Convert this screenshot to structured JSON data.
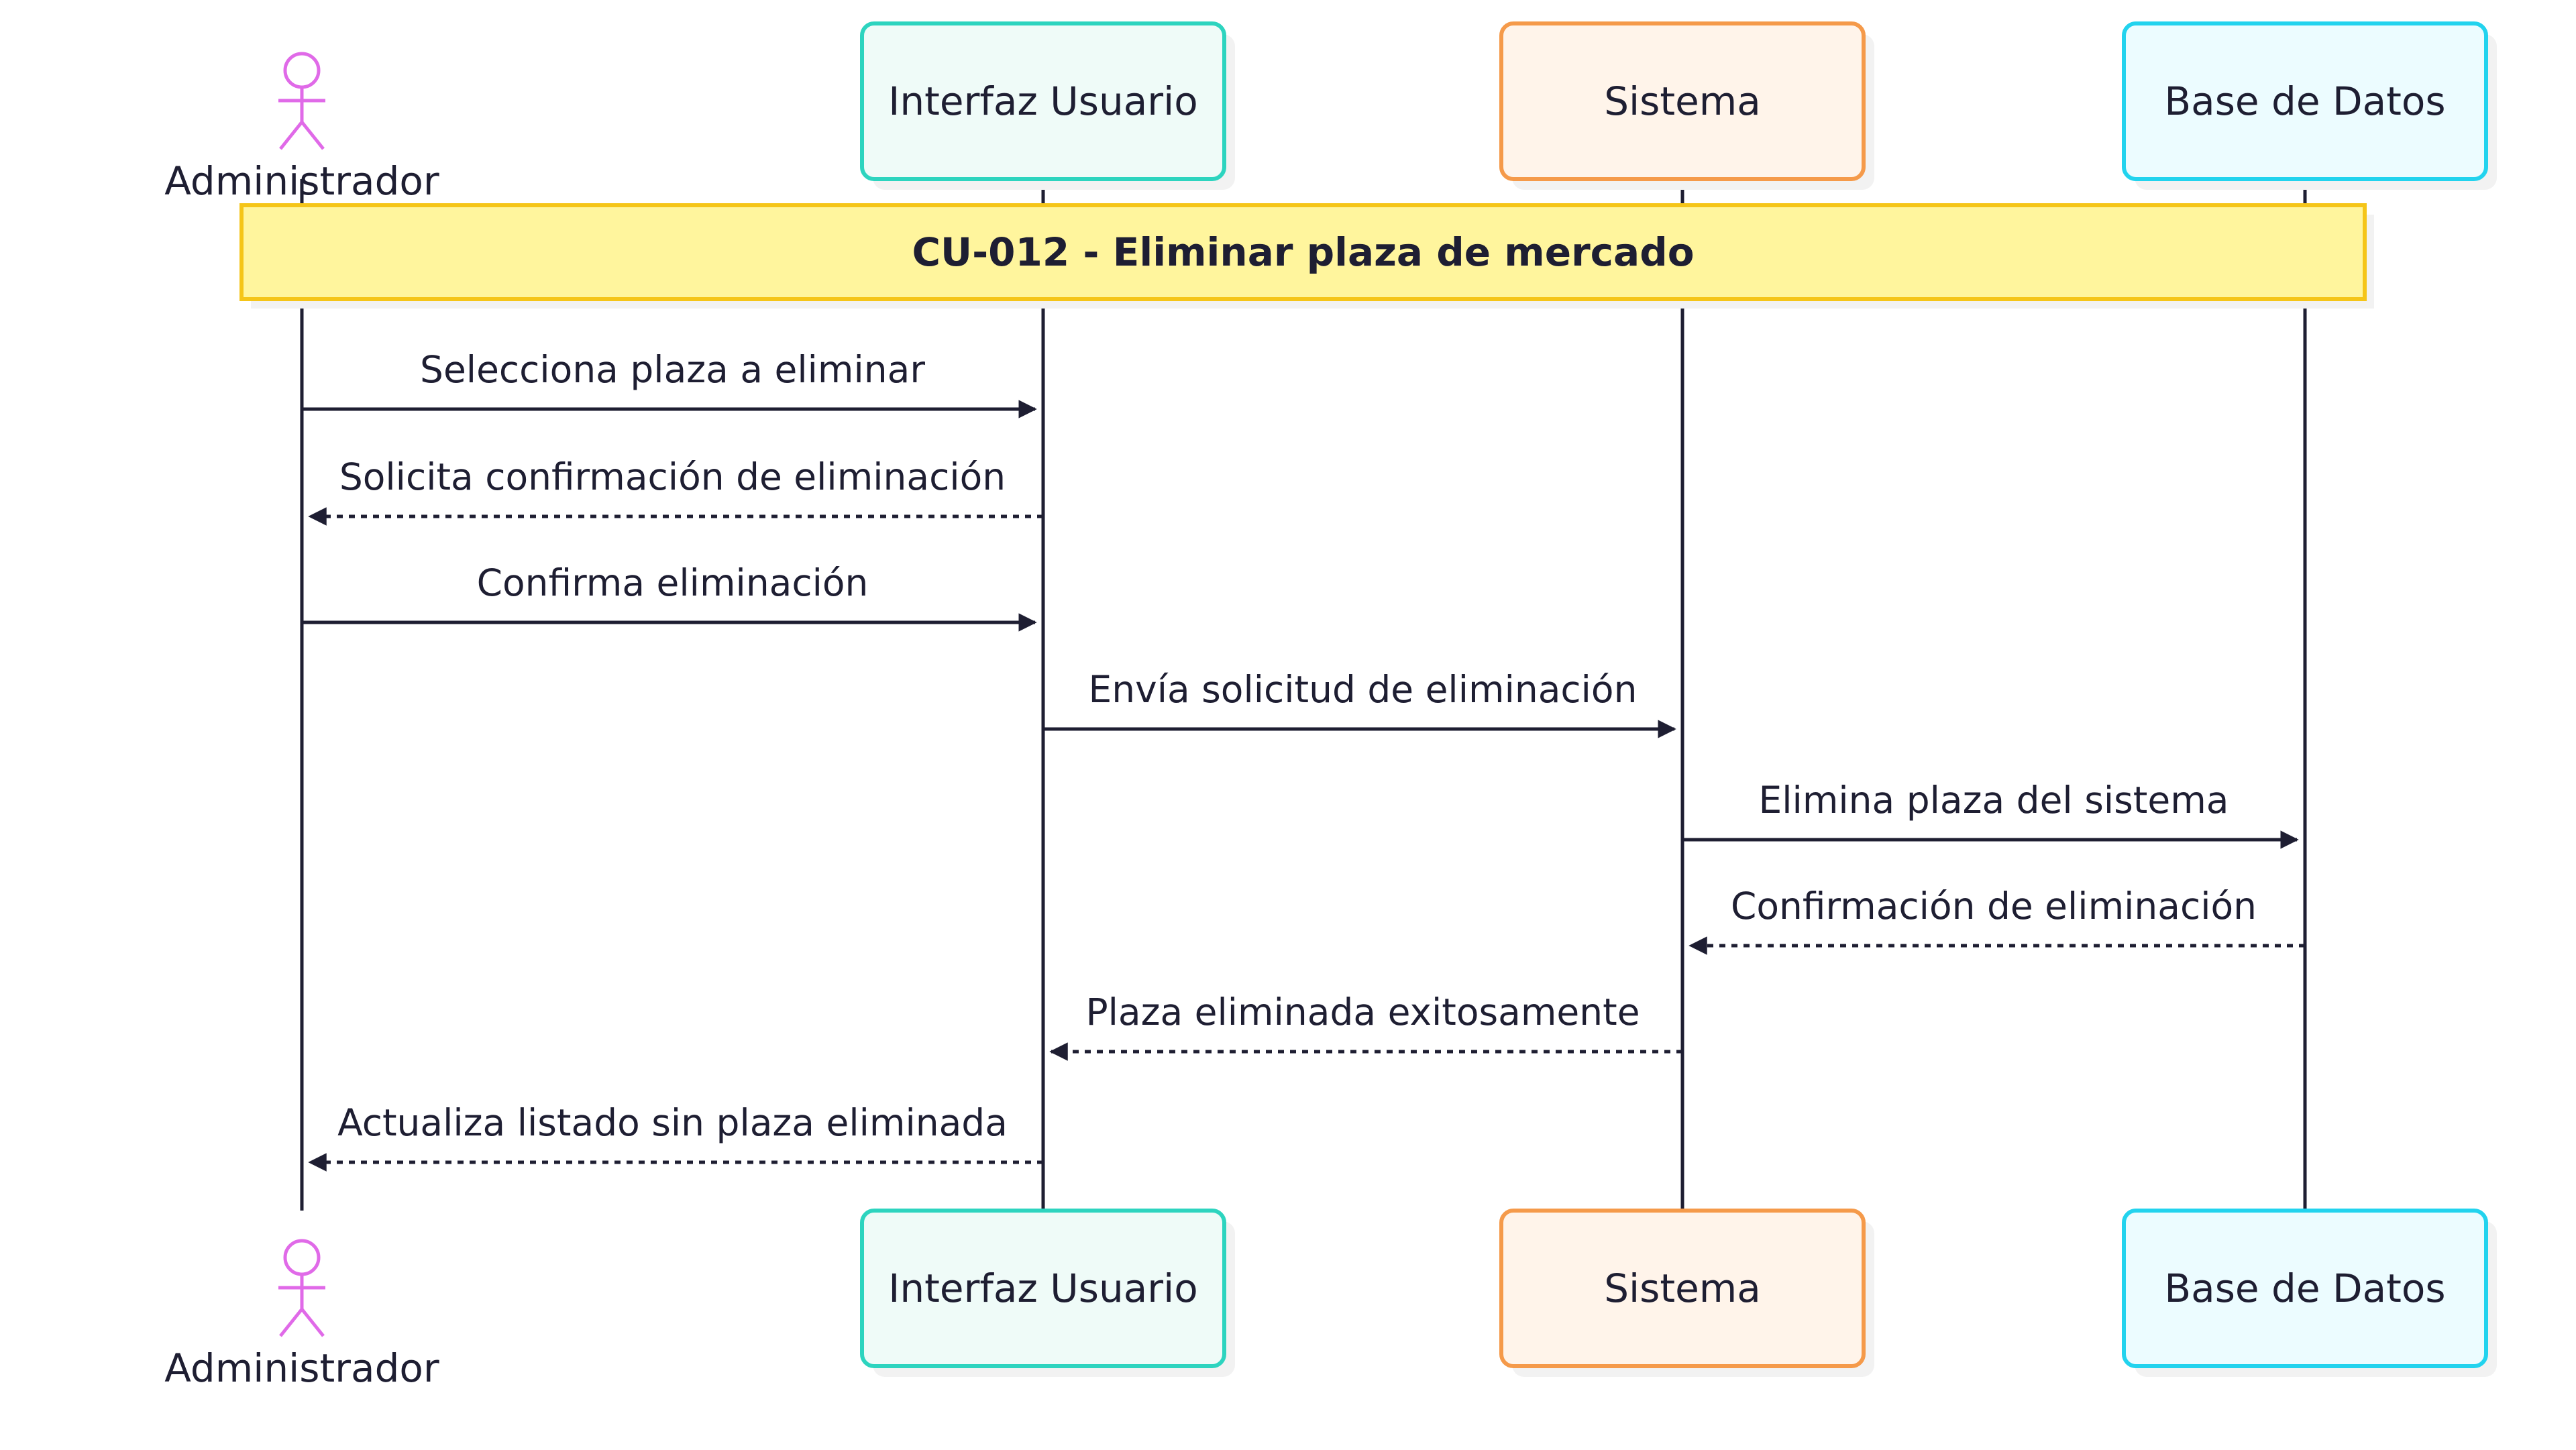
{
  "diagram": {
    "type": "sequence",
    "note": "CU-012 - Eliminar plaza de mercado",
    "participants": [
      {
        "id": "admin",
        "label": "Administrador",
        "kind": "actor",
        "color": "#e06ae8",
        "fill": "#ffffff"
      },
      {
        "id": "ui",
        "label": "Interfaz Usuario",
        "kind": "box",
        "color": "#2dd4bf",
        "fill": "#effbf8"
      },
      {
        "id": "sys",
        "label": "Sistema",
        "kind": "box",
        "color": "#f59a4a",
        "fill": "#fff4ea"
      },
      {
        "id": "db",
        "label": "Base de Datos",
        "kind": "box",
        "color": "#22d3ee",
        "fill": "#ecfcff"
      }
    ],
    "messages": [
      {
        "from": "admin",
        "to": "ui",
        "label": "Selecciona plaza a eliminar",
        "style": "solid"
      },
      {
        "from": "ui",
        "to": "admin",
        "label": "Solicita confirmación de eliminación",
        "style": "dashed"
      },
      {
        "from": "admin",
        "to": "ui",
        "label": "Confirma eliminación",
        "style": "solid"
      },
      {
        "from": "ui",
        "to": "sys",
        "label": "Envía solicitud de eliminación",
        "style": "solid"
      },
      {
        "from": "sys",
        "to": "db",
        "label": "Elimina plaza del sistema",
        "style": "solid"
      },
      {
        "from": "db",
        "to": "sys",
        "label": "Confirmación de eliminación",
        "style": "dashed"
      },
      {
        "from": "sys",
        "to": "ui",
        "label": "Plaza eliminada exitosamente",
        "style": "dashed"
      },
      {
        "from": "ui",
        "to": "admin",
        "label": "Actualiza listado sin plaza eliminada",
        "style": "dashed"
      }
    ],
    "colors": {
      "line": "#1e1e32",
      "note_fill": "#fff59d",
      "note_border": "#f5c518",
      "shadow": "#f2f2f2"
    }
  }
}
